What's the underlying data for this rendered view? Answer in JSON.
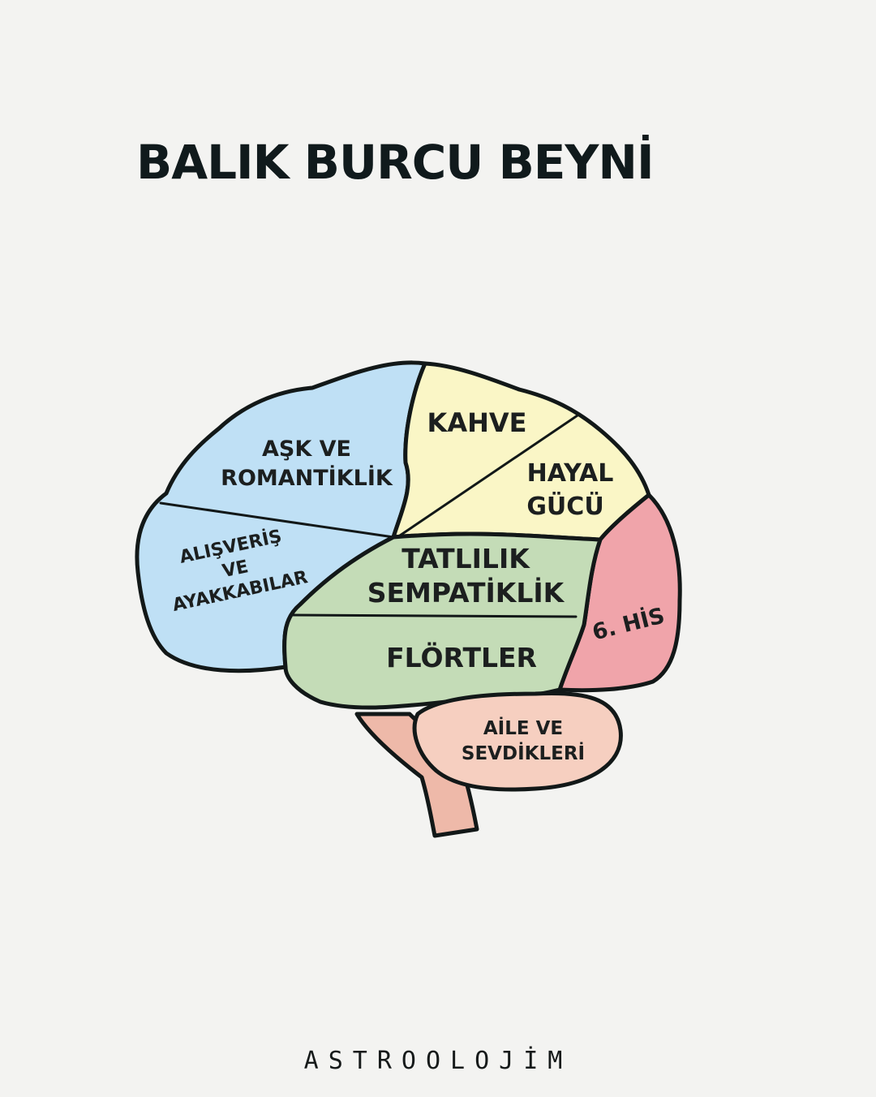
{
  "title": "BALIK BURCU BEYNİ",
  "regions": {
    "ask_romantiklik": [
      "AŞK VE",
      "ROMANTİKLİK"
    ],
    "alisveris": [
      "ALIŞVERİŞ",
      "VE",
      "AYAKKABILAR"
    ],
    "kahve": "KAHVE",
    "hayal_gucu": [
      "HAYAL",
      "GÜCÜ"
    ],
    "tatlilik": [
      "TATLILIK",
      "SEMPATİKLİK"
    ],
    "flortler": "FLÖRTLER",
    "his": "6. HİS",
    "aile": [
      "AİLE VE",
      "SEVDİKLERİ"
    ]
  },
  "colors": {
    "blue": "#bfe0f5",
    "yellow": "#faf6c6",
    "green": "#c4dcb7",
    "pink": "#f0a4aa",
    "salmon": "#f6cfc0",
    "stem": "#eeb9a9",
    "outline": "#121818"
  },
  "footer": "ASTROOLOJİM"
}
